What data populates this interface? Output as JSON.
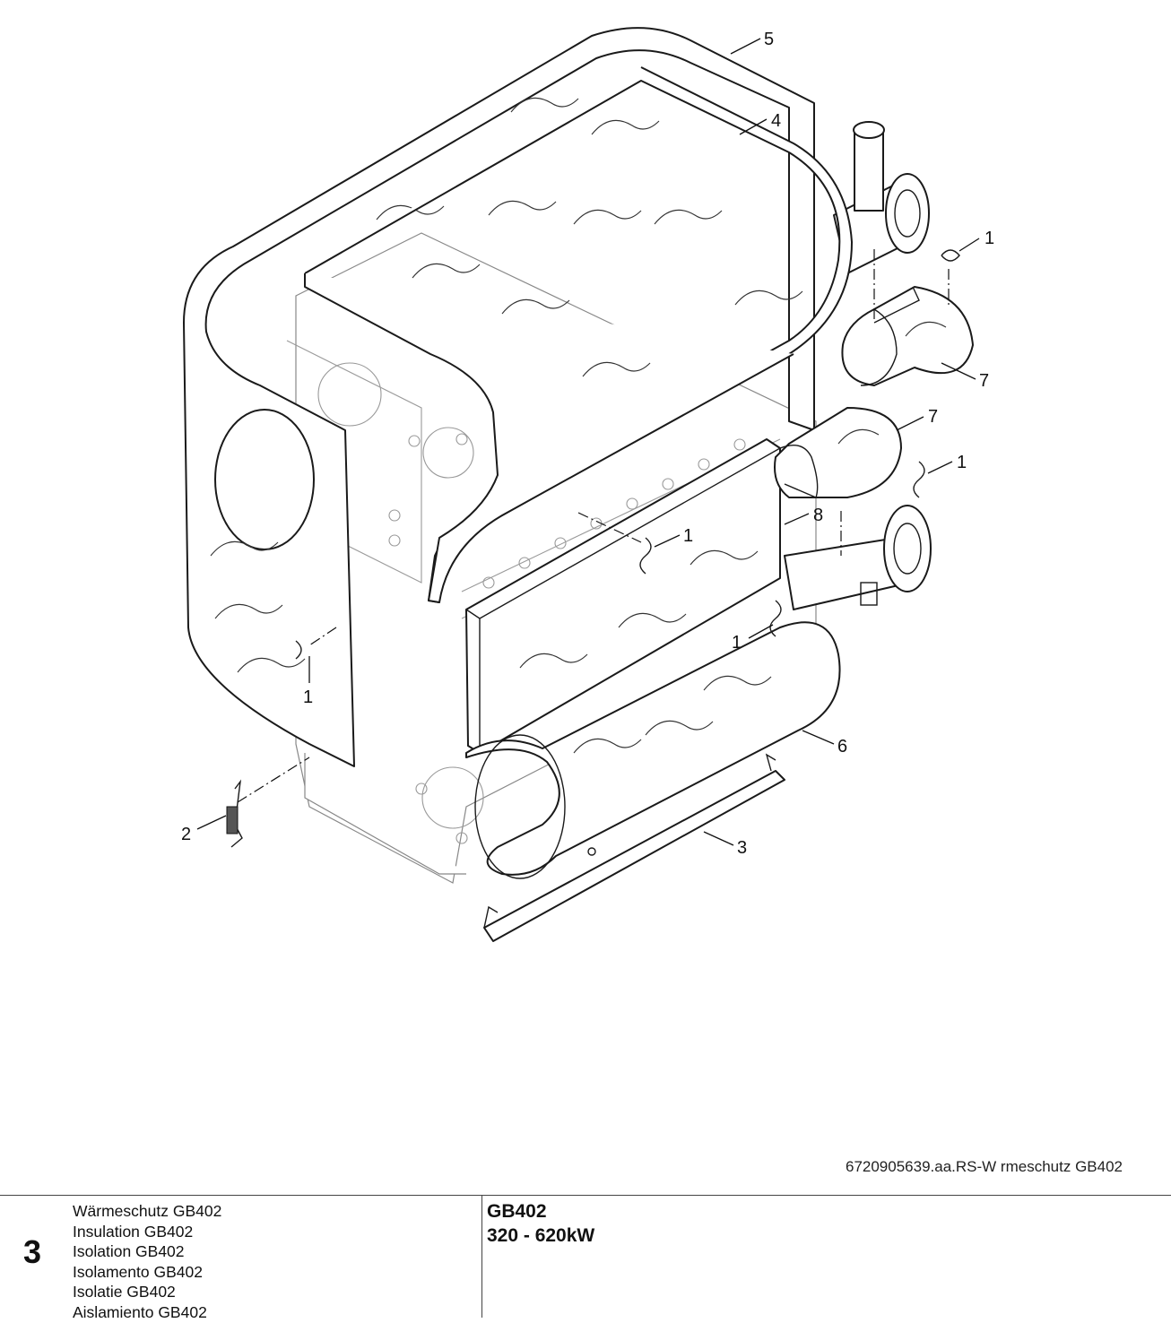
{
  "diagram": {
    "callouts": [
      {
        "id": "c5",
        "label": "5"
      },
      {
        "id": "c4",
        "label": "4"
      },
      {
        "id": "c1a",
        "label": "1"
      },
      {
        "id": "c7a",
        "label": "7"
      },
      {
        "id": "c7b",
        "label": "7"
      },
      {
        "id": "c1b",
        "label": "1"
      },
      {
        "id": "c8",
        "label": "8"
      },
      {
        "id": "c1c",
        "label": "1"
      },
      {
        "id": "c1d",
        "label": "1"
      },
      {
        "id": "c1e",
        "label": "1"
      },
      {
        "id": "c6",
        "label": "6"
      },
      {
        "id": "c2",
        "label": "2"
      },
      {
        "id": "c3",
        "label": "3"
      }
    ]
  },
  "doc_id": "6720905639.aa.RS-W rmeschutz GB402",
  "footer": {
    "page_number": "3",
    "titles": [
      "Wärmeschutz GB402",
      "Insulation GB402",
      "Isolation GB402",
      "Isolamento GB402",
      "Isolatie GB402",
      "Aislamiento GB402"
    ],
    "model": "GB402",
    "power_range": "320 - 620kW"
  }
}
